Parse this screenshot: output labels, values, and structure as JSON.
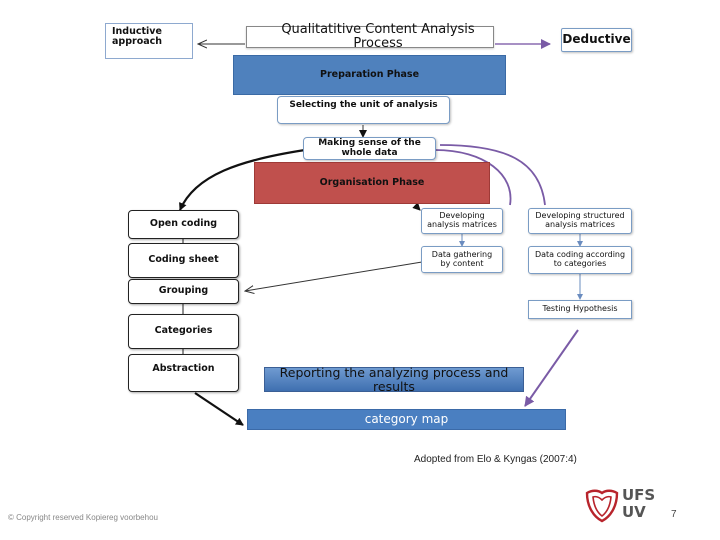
{
  "diagram": {
    "inductive_label": "Inductive approach",
    "title": "Qualitatitive Content Analysis Process",
    "deductive_label": "Deductive",
    "preparation_phase": "Preparation Phase",
    "selecting_unit": "Selecting the unit of analysis",
    "making_sense": "Making sense of the whole data",
    "organisation_phase": "Organisation Phase",
    "open_coding": "Open coding",
    "coding_sheet": "Coding sheet",
    "grouping": "Grouping",
    "categories": "Categories",
    "abstraction": "Abstraction",
    "developing_matrices": "Developing analysis matrices",
    "developing_structured": "Developing structured analysis matrices",
    "data_gathering": "Data gathering by content",
    "data_coding": "Data coding according to categories",
    "testing_hypothesis": "Testing Hypothesis",
    "reporting": "Reporting the analyzing process and results",
    "category_map": "category map"
  },
  "caption": "Adopted from Elo & Kyngas (2007:4)",
  "footer": {
    "copyright": "© Copyright reserved Kopiereg voorbehou",
    "page_number": "7",
    "logo_top": "UFS",
    "logo_bottom": "UV"
  },
  "colors": {
    "preparation_fill": "#4f81bd",
    "organisation_fill": "#c0504d",
    "arrow_purple": "#8064a2",
    "arrow_dark": "#111111",
    "logo_red": "#b8242c"
  }
}
